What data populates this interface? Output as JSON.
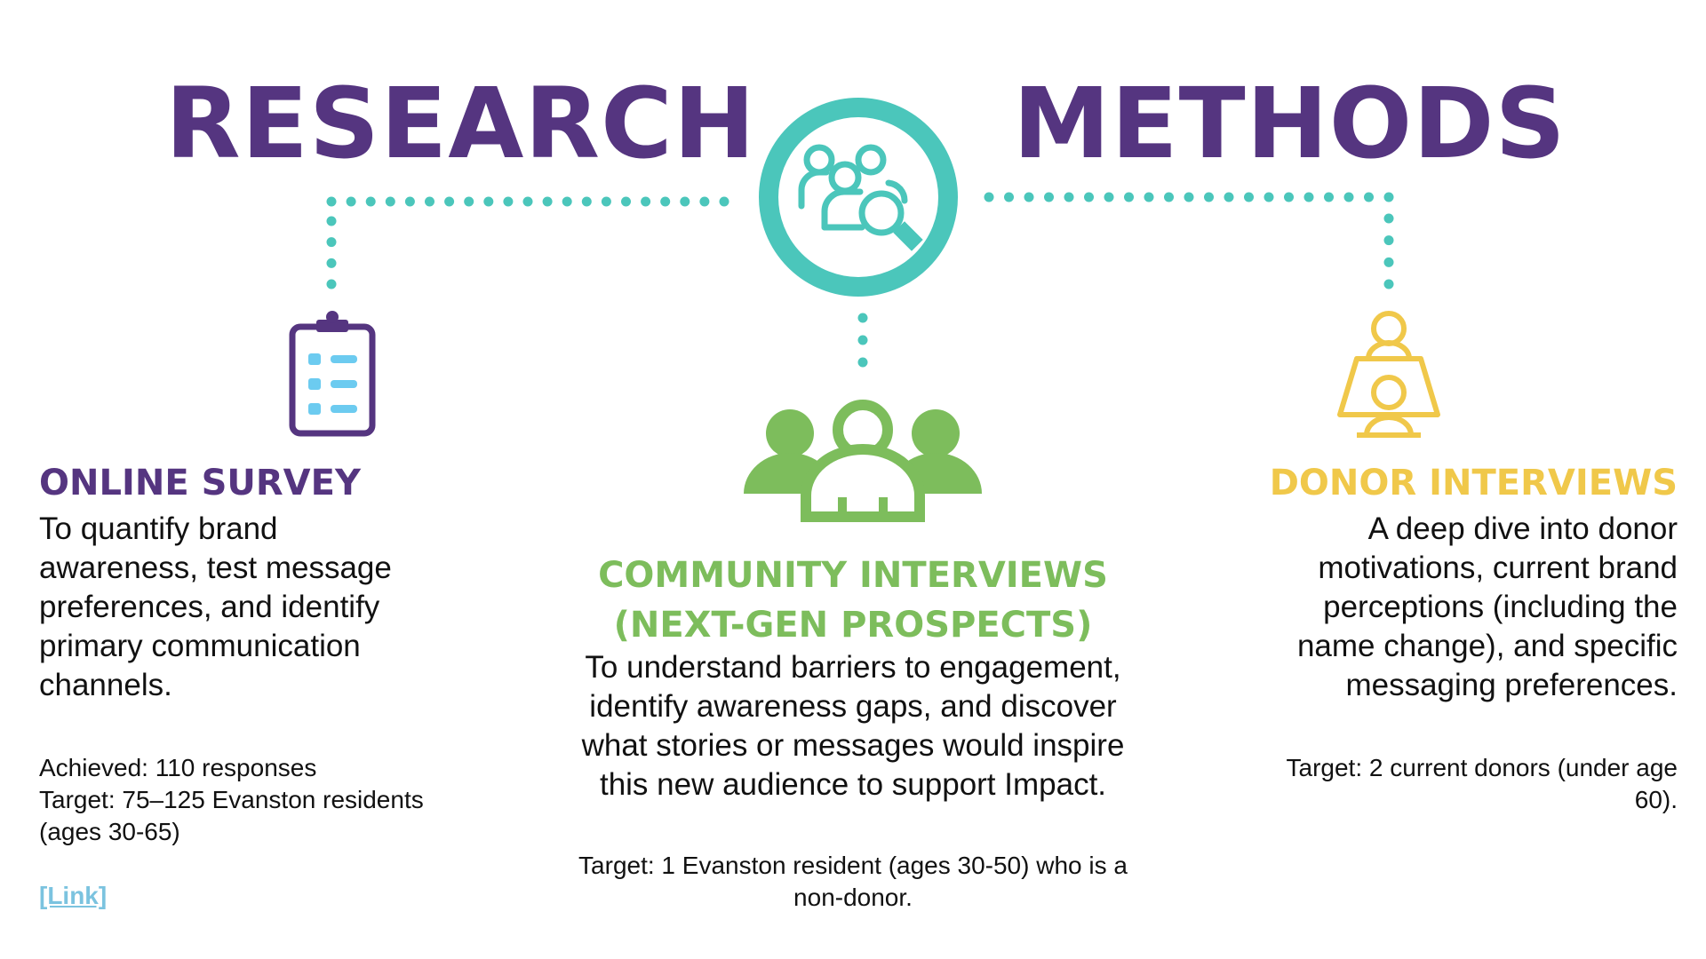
{
  "title": {
    "left": "RESEARCH",
    "right": "METHODS"
  },
  "colors": {
    "purple": "#553580",
    "teal": "#4bc6bb",
    "green": "#7dbd5c",
    "yellow": "#f0c84a",
    "light_blue": "#6ccbf0",
    "link": "#7bc3df"
  },
  "icons": {
    "center": "people-search-icon",
    "left": "clipboard-checklist-icon",
    "middle": "group-people-icon",
    "right": "two-people-interview-icon"
  },
  "methods": {
    "survey": {
      "heading": "ONLINE SURVEY",
      "body_lines": [
        "To quantify brand",
        "awareness, test message",
        "preferences, and identify",
        "primary communication",
        "channels."
      ],
      "details": [
        "Achieved: 110 responses",
        "Target: 75–125 Evanston residents",
        "(ages 30-65)"
      ],
      "link_label": "[Link]"
    },
    "community": {
      "heading_lines": [
        "COMMUNITY INTERVIEWS",
        "(NEXT-GEN PROSPECTS)"
      ],
      "body_lines": [
        "To understand barriers to engagement,",
        "identify awareness gaps, and discover",
        "what stories or messages would inspire",
        "this new audience to support Impact."
      ],
      "details": [
        "Target: 1 Evanston resident (ages 30-50) who is a",
        "non-donor."
      ]
    },
    "donor": {
      "heading": "DONOR INTERVIEWS",
      "body_lines": [
        "A deep dive into donor",
        "motivations, current brand",
        "perceptions (including the",
        "name change), and specific",
        "messaging preferences."
      ],
      "details": [
        "Target: 2 current donors (under age",
        "60)."
      ]
    }
  }
}
